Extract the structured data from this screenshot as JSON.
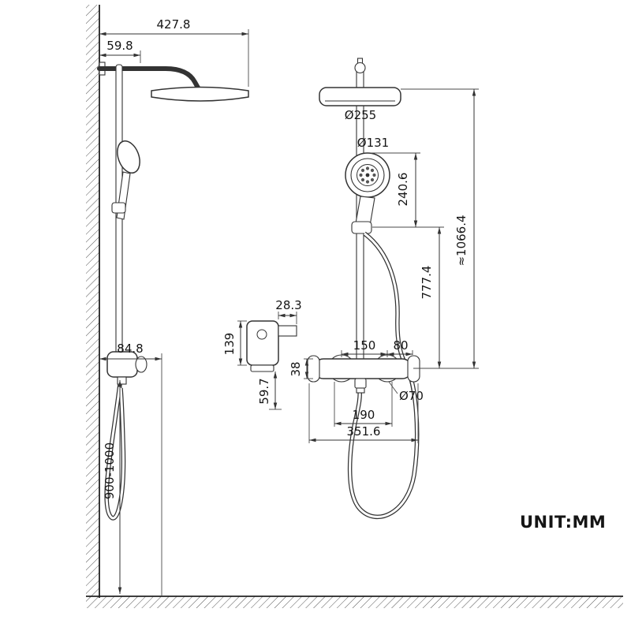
{
  "page": {
    "unit_label": "UNIT:MM"
  },
  "colors": {
    "ink": "#303030",
    "background": "#ffffff"
  },
  "dims": {
    "top_width": "427.8",
    "arm_offset": "59.8",
    "rain_head_diameter": "Ø255",
    "hand_shower_diameter": "Ø131",
    "hand_shower_drop": "240.6",
    "total_height": "≈1066.4",
    "riser_height": "777.4",
    "spout_depth": "28.3",
    "bracket_height": "139",
    "wall_clearance": "84.8",
    "bracket_drop": "59.7",
    "valve_height": "38",
    "inlet_spacing": "150",
    "side_offset": "80",
    "escutcheon_diameter": "Ø70",
    "valve_width": "190",
    "overall_width": "351.6",
    "install_height": "900-1000"
  }
}
